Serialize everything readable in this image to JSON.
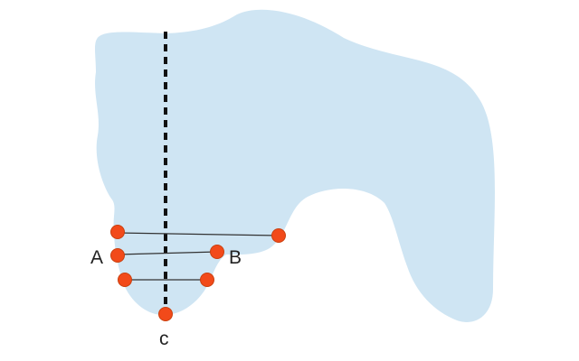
{
  "diagram": {
    "labels": {
      "a": "A",
      "b": "B",
      "c": "c"
    },
    "colors": {
      "region_fill": "#cfe5f3",
      "point_fill": "#f24a1a",
      "point_stroke": "#c9400f",
      "segment": "#333333",
      "axis": "#111111",
      "text": "#222222"
    }
  }
}
